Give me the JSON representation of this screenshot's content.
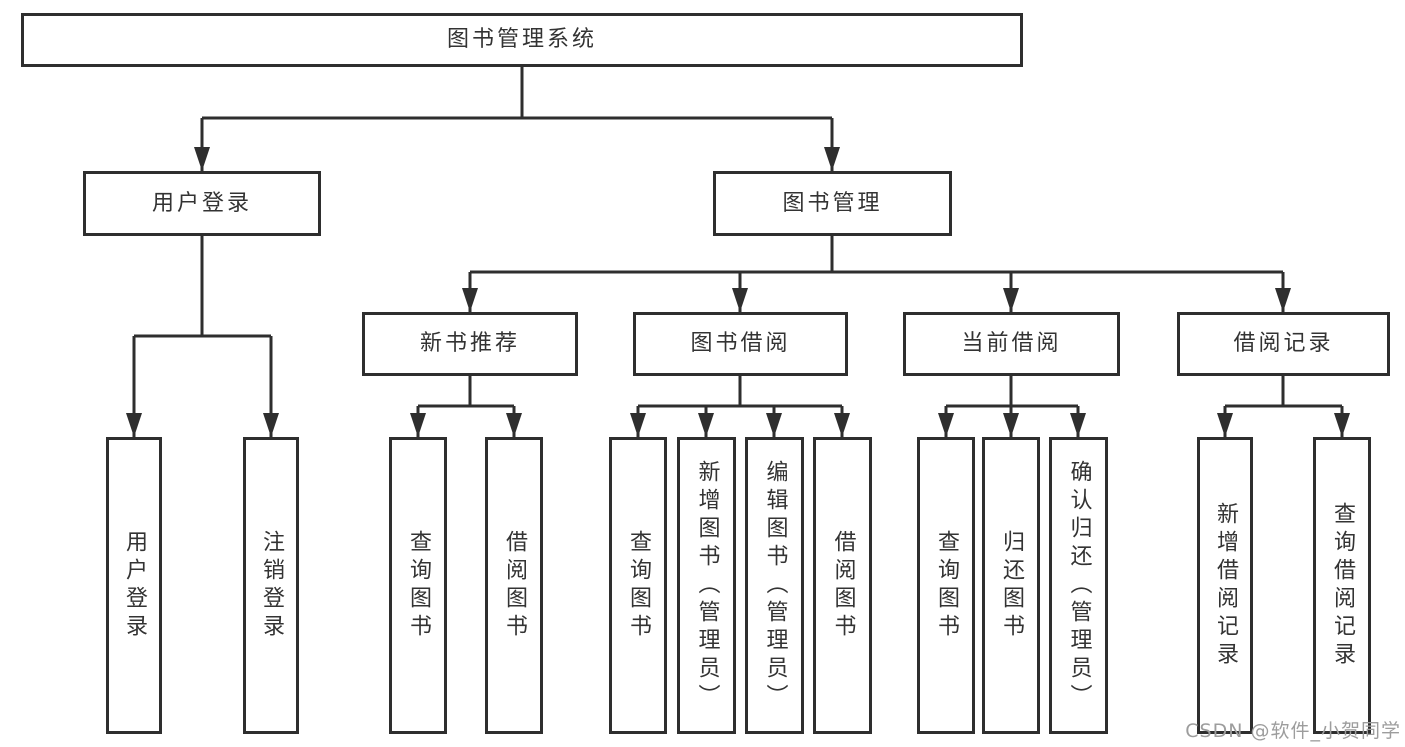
{
  "tree": {
    "root": "图书管理系统",
    "branches": [
      {
        "label": "用户登录",
        "children": [
          "用户登录",
          "注销登录"
        ]
      },
      {
        "label": "图书管理",
        "sections": [
          {
            "label": "新书推荐",
            "children": [
              "查询图书",
              "借阅图书"
            ]
          },
          {
            "label": "图书借阅",
            "children": [
              "查询图书",
              "新增图书（管理员）",
              "编辑图书（管理员）",
              "借阅图书"
            ]
          },
          {
            "label": "当前借阅",
            "children": [
              "查询图书",
              "归还图书",
              "确认归还（管理员）"
            ]
          },
          {
            "label": "借阅记录",
            "children": [
              "新增借阅记录",
              "查询借阅记录"
            ]
          }
        ]
      }
    ]
  },
  "watermark": "CSDN @软件_小贺同学",
  "colors": {
    "line": "#2e2e2e",
    "text": "#333333",
    "background": "#ffffff",
    "watermark": "#9d9d9d"
  }
}
